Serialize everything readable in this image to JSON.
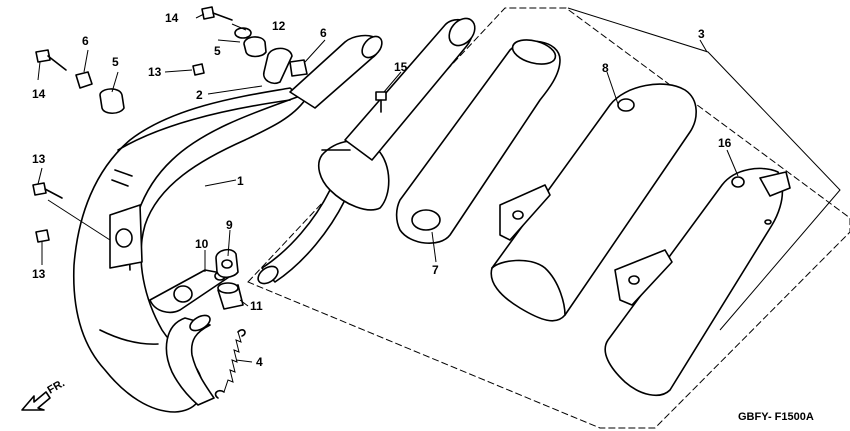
{
  "diagram": {
    "callouts": {
      "c1": "1",
      "c2": "2",
      "c3": "3",
      "c4": "4",
      "c5a": "5",
      "c5b": "5",
      "c6a": "6",
      "c6b": "6",
      "c7": "7",
      "c8": "8",
      "c9": "9",
      "c10": "10",
      "c11": "11",
      "c12": "12",
      "c13a": "13",
      "c13b": "13",
      "c13c": "13",
      "c14a": "14",
      "c14b": "14",
      "c15": "15",
      "c16": "16"
    },
    "direction_label": "FR.",
    "figure_code": "GBFY- F1500A"
  }
}
